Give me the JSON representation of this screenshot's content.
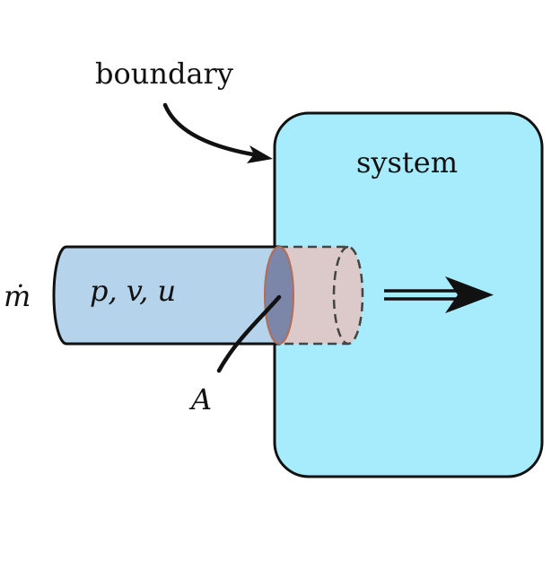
{
  "labels": {
    "boundary": "boundary",
    "system": "system",
    "mass_flow": "ṁ",
    "properties": "p, v, u",
    "area": "A"
  },
  "colors": {
    "system_fill": "#a6ecfc",
    "pipe_fill": "#b5d3ea",
    "slug_fill": "#dcc9ca",
    "face_fill": "#7b86a8",
    "face_stroke": "#b46c54",
    "stroke": "#111111"
  }
}
